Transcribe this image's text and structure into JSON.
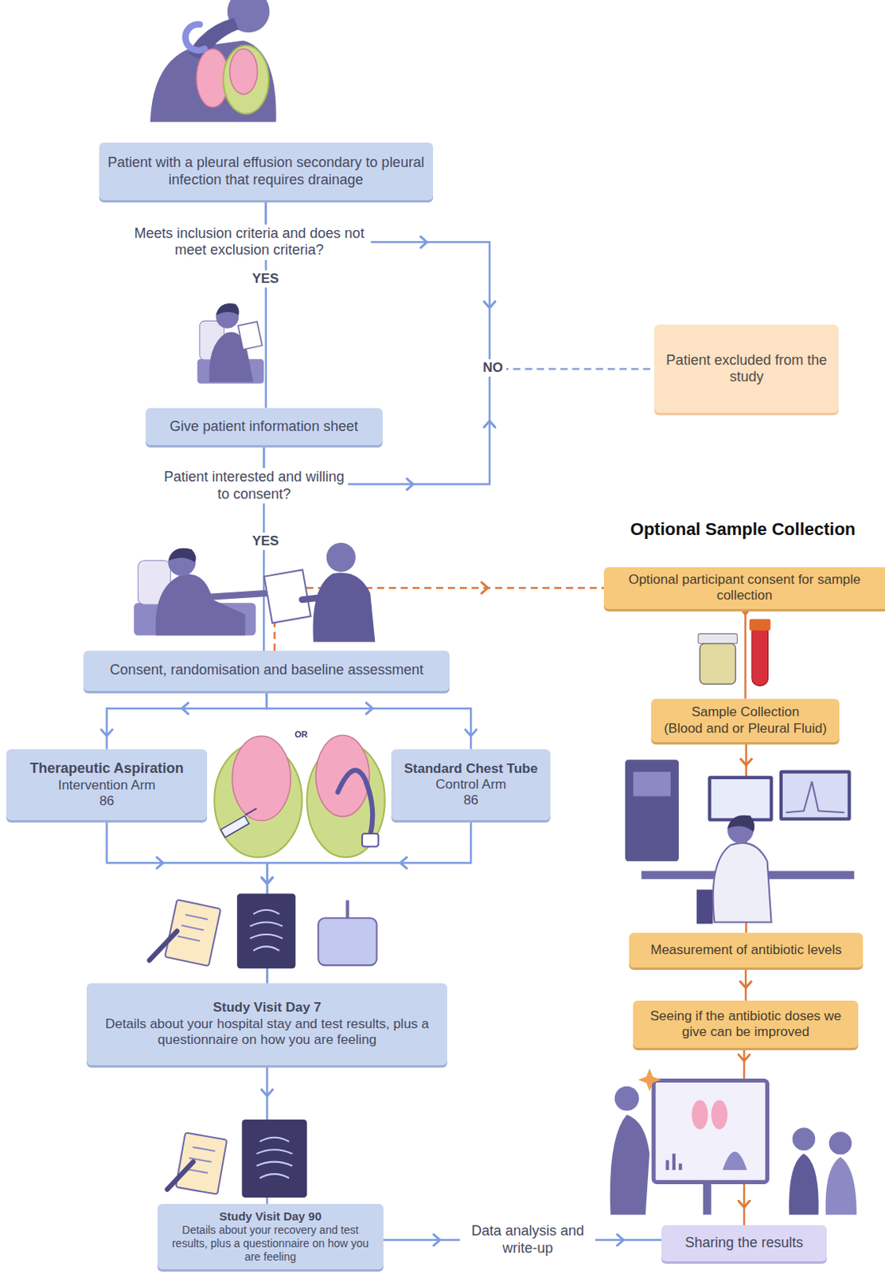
{
  "diagram": {
    "nodes": [
      {
        "text": [
          "Patient with a pleural effusion secondary to pleural infection that requires drainage"
        ]
      },
      {
        "text": [
          "Give patient information sheet"
        ]
      },
      {
        "text": [
          "Patient excluded from the study"
        ]
      },
      {
        "text": [
          "Consent, randomisation and baseline assessment"
        ]
      },
      {
        "text": [
          "Therapeutic Aspiration",
          "Intervention Arm",
          "86"
        ]
      },
      {
        "text": [
          "Standard Chest Tube",
          "Control Arm",
          "86"
        ]
      },
      {
        "text": [
          "Study Visit Day 7",
          "Details about your hospital stay and test results, plus a questionnaire on how you are feeling"
        ]
      },
      {
        "text": [
          "Study Visit Day 90",
          "Details about your recovery and test results, plus a questionnaire on how you are feeling"
        ]
      },
      {
        "text": [
          "Optional participant consent for sample collection"
        ]
      },
      {
        "text": [
          "Sample Collection",
          "(Blood and or Pleural Fluid)"
        ]
      },
      {
        "text": [
          "Measurement of antibiotic levels"
        ]
      },
      {
        "text": [
          "Seeing if the antibiotic doses we give can be improved"
        ]
      },
      {
        "text": [
          "Sharing the results"
        ]
      }
    ],
    "edges": [
      {
        "from": 0,
        "to": 1,
        "arrow": "none"
      },
      {
        "from": 0,
        "to": 2,
        "arrow": "to"
      },
      {
        "from": 1,
        "to": 2,
        "arrow": "to"
      },
      {
        "from": 1,
        "to": 3,
        "arrow": "none"
      },
      {
        "from": 3,
        "to": 4,
        "arrow": "to"
      },
      {
        "from": 3,
        "to": 5,
        "arrow": "to"
      },
      {
        "from": 4,
        "to": 6,
        "arrow": "to"
      },
      {
        "from": 5,
        "to": 6,
        "arrow": "to"
      },
      {
        "from": 6,
        "to": 7,
        "arrow": "to"
      },
      {
        "from": 7,
        "to": 12,
        "label": "Data analysis and write-up",
        "arrow": "to"
      },
      {
        "from": 3,
        "to": 8,
        "arrow": "to"
      },
      {
        "from": 8,
        "to": 9,
        "arrow": "to"
      },
      {
        "from": 9,
        "to": 10,
        "arrow": "to"
      },
      {
        "from": 10,
        "to": 11,
        "arrow": "to"
      },
      {
        "from": 11,
        "to": 12,
        "arrow": "to"
      }
    ],
    "labels": [
      "Meets inclusion criteria and does not meet exclusion criteria?",
      "YES",
      "NO",
      "Patient interested and willing to consent?",
      "YES",
      "OR",
      "Optional Sample Collection"
    ]
  }
}
